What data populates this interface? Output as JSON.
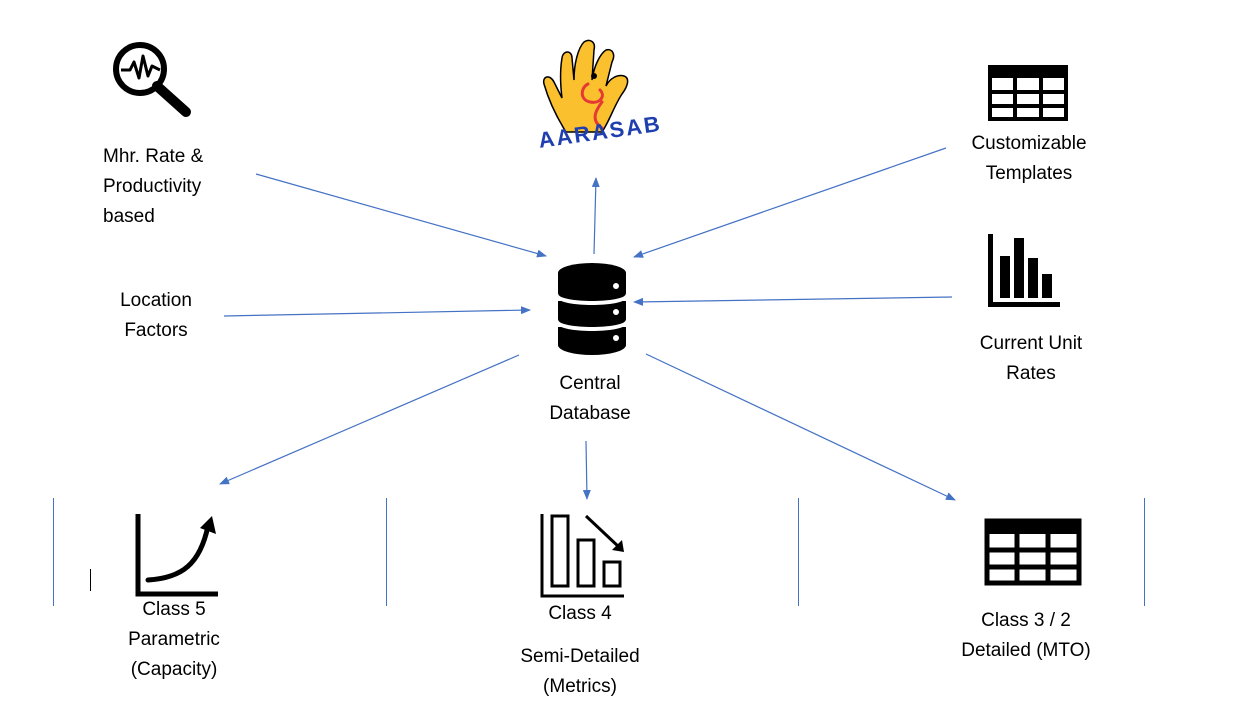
{
  "center": {
    "label": "Central\nDatabase",
    "icon": "database-icon"
  },
  "logo": {
    "text": "AARASAB",
    "icon": "hand-logo"
  },
  "inputs": {
    "mhr": {
      "label": "Mhr. Rate &\nProductivity\nbased",
      "icon": "magnifier-pulse-icon"
    },
    "location": {
      "label": "Location\nFactors"
    },
    "templates": {
      "label": "Customizable\nTemplates",
      "icon": "table-icon"
    },
    "rates": {
      "label": "Current Unit\nRates",
      "icon": "bar-chart-icon"
    }
  },
  "outputs": {
    "class5": {
      "title": "Class 5",
      "subtitle": "Parametric\n(Capacity)",
      "icon": "growth-chart-icon"
    },
    "class4": {
      "title": "Class 4",
      "subtitle": "Semi-Detailed\n(Metrics)",
      "icon": "declining-bars-icon"
    },
    "class3": {
      "label": "Class 3 / 2\nDetailed (MTO)",
      "icon": "table-icon"
    }
  },
  "colors": {
    "arrow": "#4472c4",
    "logo_fill": "#fbc02d",
    "logo_text": "#1f3fb0",
    "logo_mark": "#e53935"
  }
}
